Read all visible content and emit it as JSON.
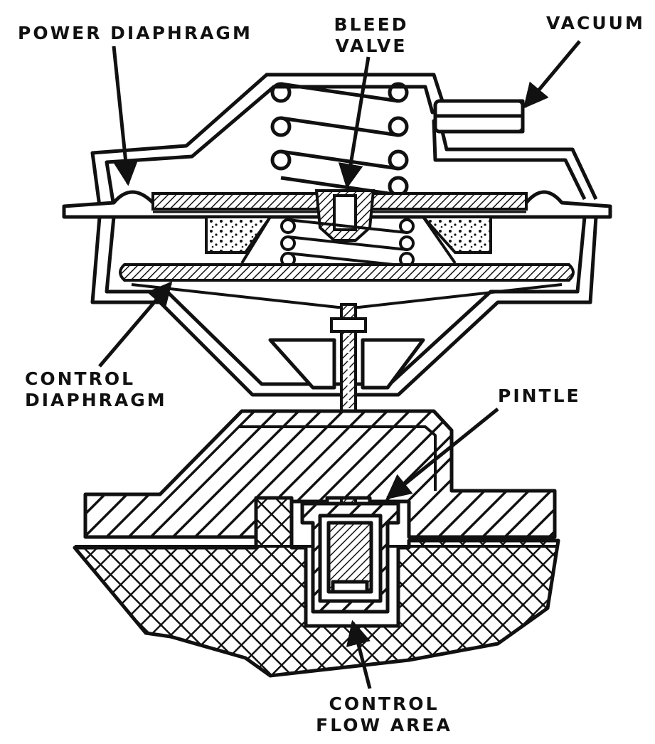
{
  "labels": {
    "power_diaphragm": "POWER DIAPHRAGM",
    "bleed_valve_line1": "BLEED",
    "bleed_valve_line2": "VALVE",
    "vacuum": "VACUUM",
    "control_diaphragm_line1": "CONTROL",
    "control_diaphragm_line2": "DIAPHRAGM",
    "pintle": "PINTLE",
    "control_flow_area_line1": "CONTROL",
    "control_flow_area_line2": "FLOW AREA"
  },
  "colors": {
    "ink": "#111111",
    "paper": "#ffffff"
  }
}
